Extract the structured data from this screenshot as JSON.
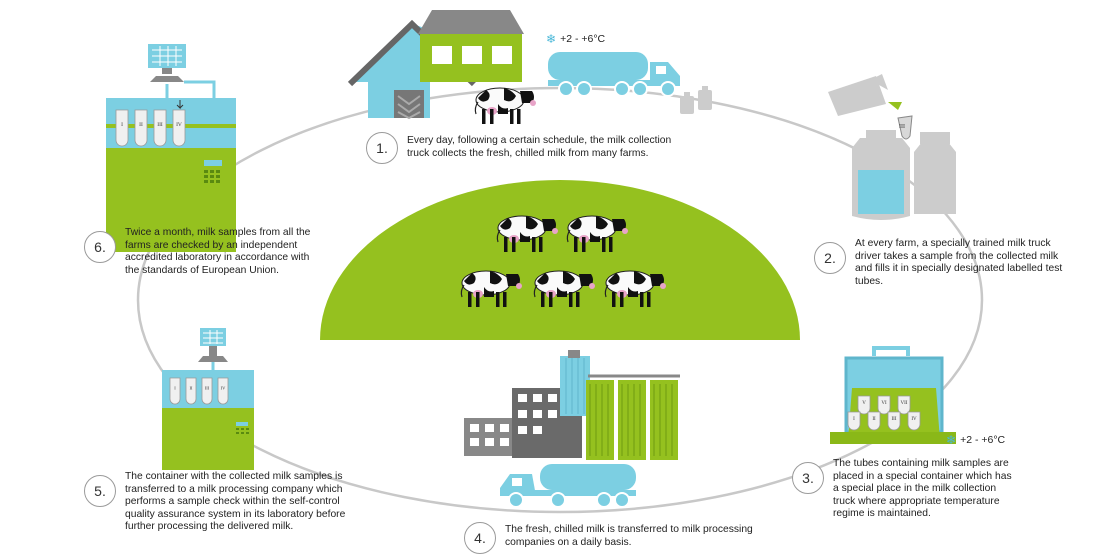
{
  "temperature_label": "+2 - +6°C",
  "colors": {
    "green": "#95c11f",
    "blue": "#7ccfe2",
    "grey": "#b8b8b8",
    "dark_grey": "#666666"
  },
  "icons": [
    "snowflake-icon",
    "cow-icon",
    "farm-house-icon",
    "milk-truck-icon",
    "laboratory-icon",
    "computer-monitor-icon",
    "milk-can-icon",
    "test-tube-icon",
    "sample-container-icon",
    "factory-icon",
    "silo-icon"
  ],
  "tube_labels": {
    "lab_top": [
      "I",
      "II",
      "III",
      "IV"
    ],
    "lab_bottom": [
      "I",
      "II",
      "III",
      "IV"
    ],
    "container_top": [
      "V",
      "VI",
      "VII"
    ],
    "container_bottom": [
      "I",
      "II",
      "III",
      "IV"
    ],
    "pour_tube": "III"
  },
  "steps": [
    {
      "number": "1.",
      "text": "Every day, following a certain schedule, the milk collection truck collects the fresh, chilled milk from many farms."
    },
    {
      "number": "2.",
      "text": "At every farm, a specially trained milk truck driver takes a sample from the collected milk and fills it in specially designated labelled test tubes."
    },
    {
      "number": "3.",
      "text": "The tubes containing milk samples are placed in a special container which has a special place in the milk collection truck where appropriate temperature regime is maintained."
    },
    {
      "number": "4.",
      "text": "The fresh, chilled milk is transferred to milk processing companies on a daily basis."
    },
    {
      "number": "5.",
      "text": "The container with the collected milk samples is transferred to a milk processing company which performs a sample check within the self-control quality assurance system in its laboratory before further processing the delivered milk."
    },
    {
      "number": "6.",
      "text": "Twice a month, milk samples from all the farms are checked by an independent accredited laboratory in accordance with the standards of European Union."
    }
  ]
}
